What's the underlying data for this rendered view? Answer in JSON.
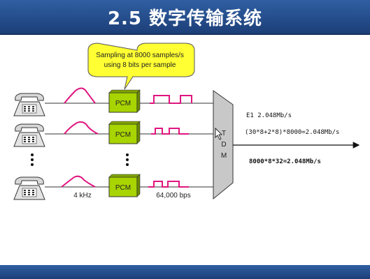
{
  "slide": {
    "title": "2.5 数字传输系统"
  },
  "callout": {
    "line1": "Sampling at 8000 samples/s",
    "line2": "using 8 bits per sample"
  },
  "pcm": {
    "label": "PCM"
  },
  "tdm": {
    "line1": "T",
    "line2": "D",
    "line3": "M"
  },
  "annotations": {
    "analog_bw": "4 kHz",
    "digital_rate": "64,000 bps",
    "e1": "E1  2.048Mb/s",
    "formula1": "(30*8+2*8)*8000=2.048Mb/s",
    "formula2": "8000*8*32=2.048Mb/s"
  },
  "colors": {
    "title_bar": "#24498a",
    "pcm_box": "#a8d400",
    "callout": "#ffff33",
    "signal": "#e0157f",
    "tdm": "#c8c8c8"
  },
  "icons": {
    "telephone": "telephone-icon",
    "dots": "vertical-ellipsis-icon"
  }
}
